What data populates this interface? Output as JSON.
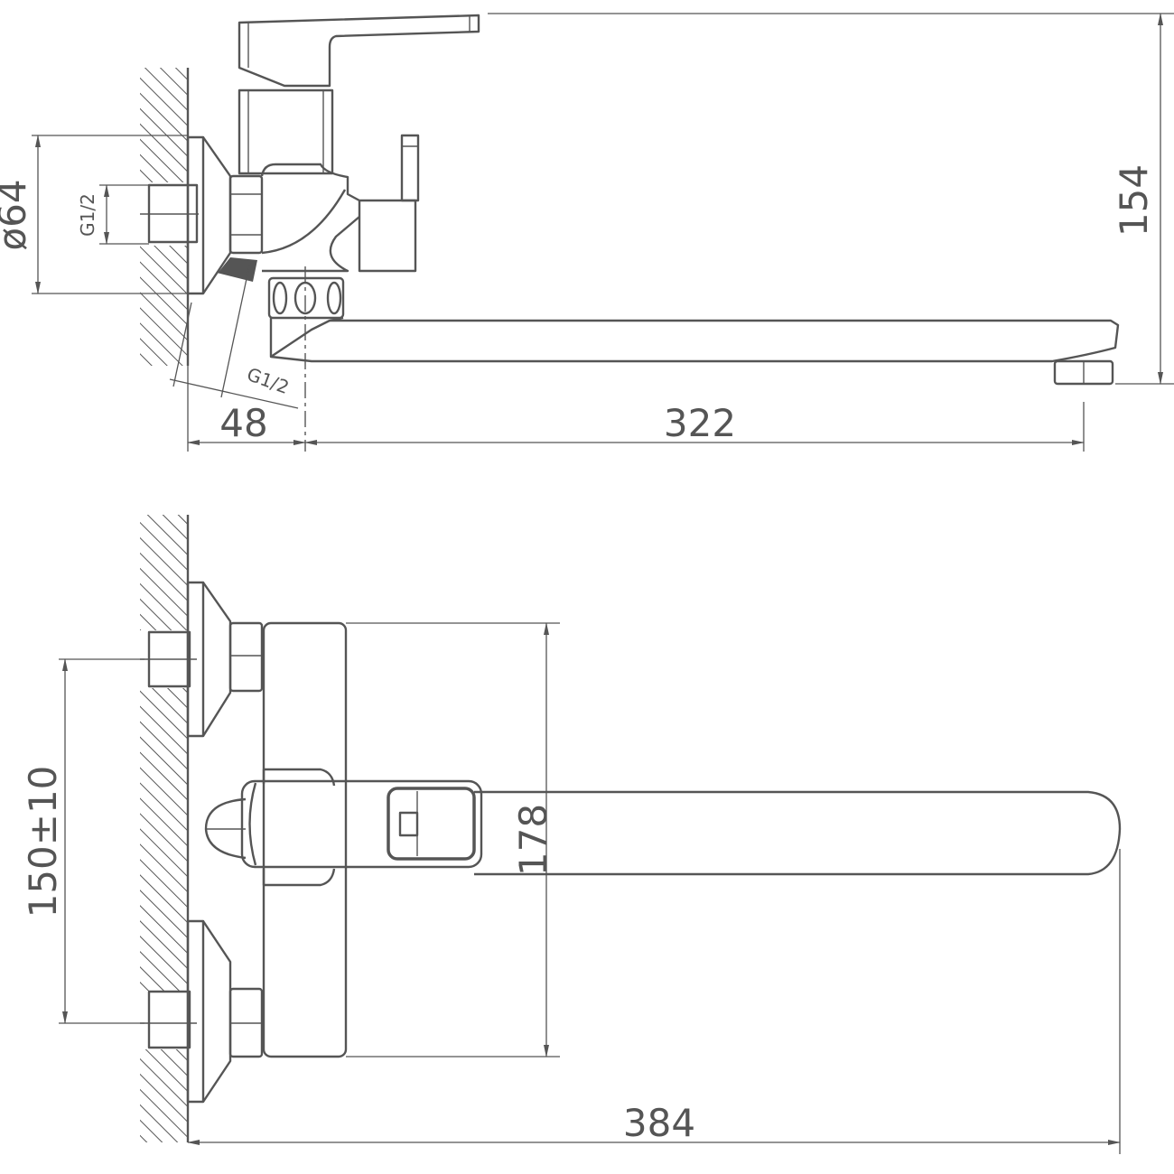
{
  "drawing": {
    "side_view": {
      "dimensions": {
        "flange_diameter": "ø64",
        "inlet_thread": "G1/2",
        "outlet_thread": "G1/2",
        "height": "154",
        "wall_offset": "48",
        "spout_reach": "322"
      }
    },
    "top_view": {
      "dimensions": {
        "body_height": "178",
        "inlet_spacing": "150±10",
        "total_length": "384"
      }
    },
    "colors": {
      "line": "#555555",
      "background": "#ffffff"
    }
  }
}
